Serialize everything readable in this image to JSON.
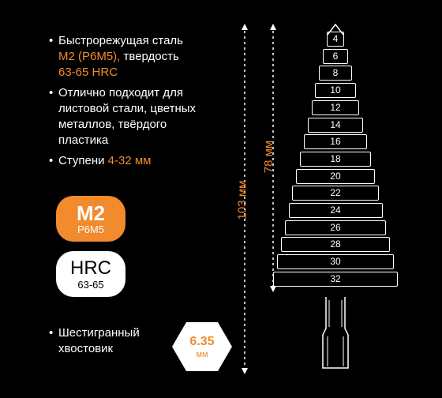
{
  "bullets": [
    {
      "parts": [
        "Быстрорежущая сталь",
        "M2 (Р6М5),",
        " твердость",
        "63-65 HRC"
      ]
    },
    {
      "text": "Отлично подходит для листовой стали, цветных металлов, твёрдого пластика"
    },
    {
      "parts": [
        "Ступени ",
        "4-32 мм"
      ]
    }
  ],
  "badge_m2": {
    "big": "M2",
    "small": "Р6М5"
  },
  "badge_hrc": {
    "big": "HRC",
    "small": "63-65"
  },
  "shank": {
    "text": "Шестигранный хвостовик",
    "value": "6.35",
    "unit": "мм"
  },
  "dimensions": {
    "total": "103 мм",
    "working": "78 мм"
  },
  "steps": [
    "4",
    "6",
    "8",
    "10",
    "12",
    "14",
    "16",
    "18",
    "20",
    "22",
    "24",
    "26",
    "28",
    "30",
    "32"
  ],
  "colors": {
    "accent": "#f28a2e",
    "background": "#000000"
  }
}
